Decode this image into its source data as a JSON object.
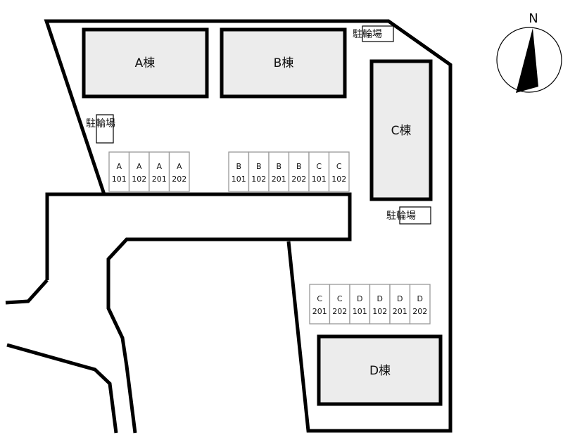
{
  "compass": {
    "label": "N"
  },
  "buildings": [
    {
      "id": "a",
      "label": "A棟"
    },
    {
      "id": "b",
      "label": "B棟"
    },
    {
      "id": "c",
      "label": "C棟"
    },
    {
      "id": "d",
      "label": "D棟"
    }
  ],
  "bike_parking": [
    {
      "id": "top-right",
      "label": "駐輪場"
    },
    {
      "id": "left",
      "label": "駐輪場"
    },
    {
      "id": "right",
      "label": "駐輪場"
    }
  ],
  "parking_rows": [
    {
      "id": "row-a",
      "stalls": [
        {
          "building": "A",
          "unit": "101"
        },
        {
          "building": "A",
          "unit": "102"
        },
        {
          "building": "A",
          "unit": "201"
        },
        {
          "building": "A",
          "unit": "202"
        }
      ]
    },
    {
      "id": "row-bc",
      "stalls": [
        {
          "building": "B",
          "unit": "101"
        },
        {
          "building": "B",
          "unit": "102"
        },
        {
          "building": "B",
          "unit": "201"
        },
        {
          "building": "B",
          "unit": "202"
        },
        {
          "building": "C",
          "unit": "101"
        },
        {
          "building": "C",
          "unit": "102"
        }
      ]
    },
    {
      "id": "row-cd",
      "stalls": [
        {
          "building": "C",
          "unit": "201"
        },
        {
          "building": "C",
          "unit": "202"
        },
        {
          "building": "D",
          "unit": "101"
        },
        {
          "building": "D",
          "unit": "102"
        },
        {
          "building": "D",
          "unit": "201"
        },
        {
          "building": "D",
          "unit": "202"
        }
      ]
    }
  ]
}
